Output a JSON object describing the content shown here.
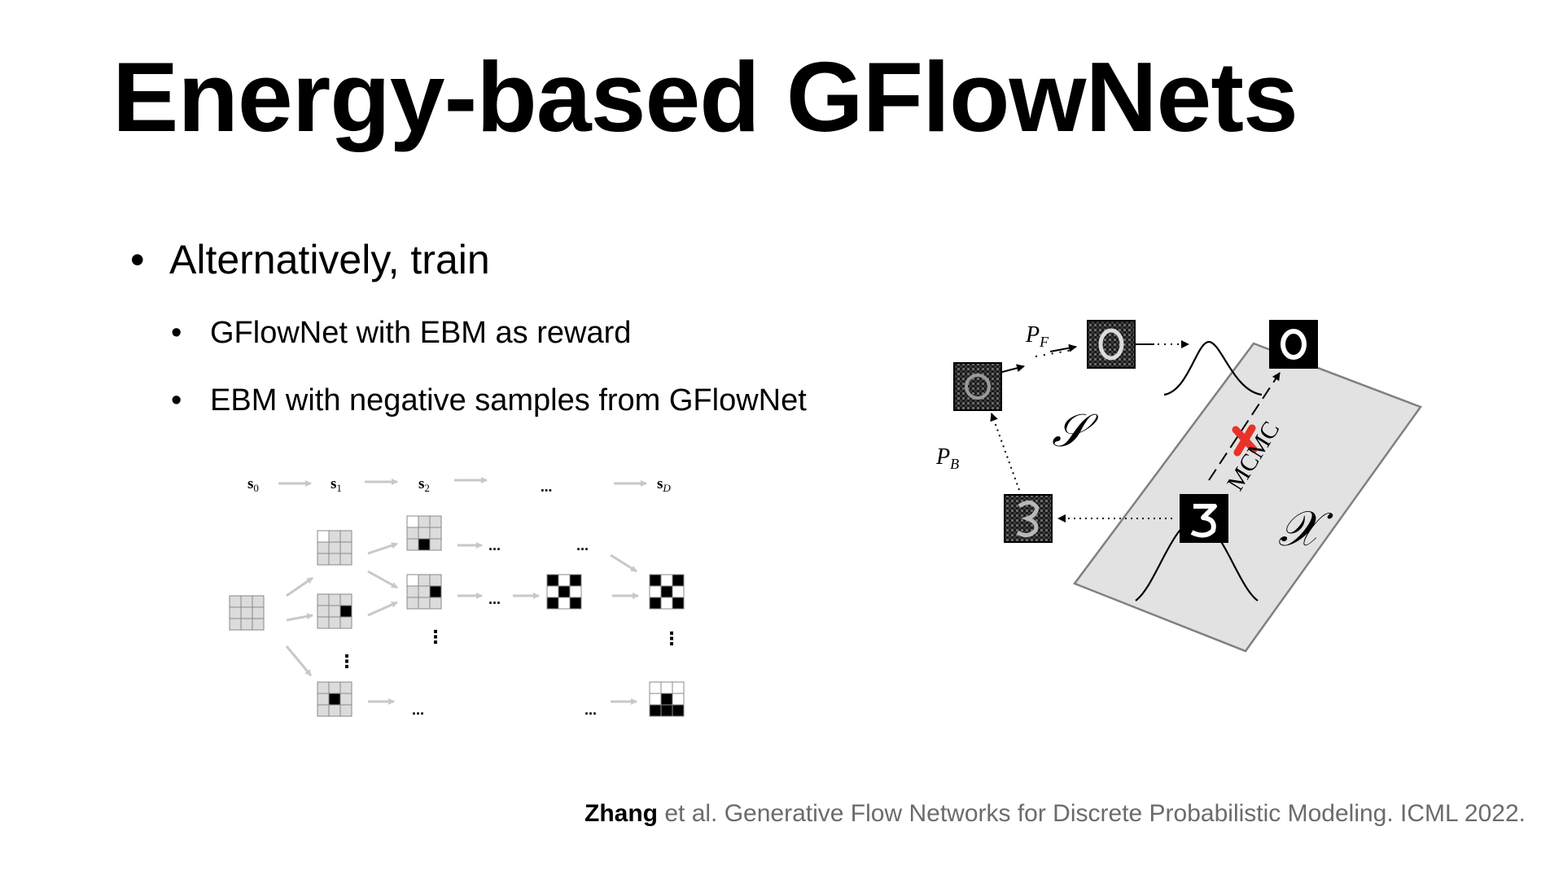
{
  "slide": {
    "title": "Energy-based GFlowNets",
    "bullets": {
      "main": "Alternatively, train",
      "sub": [
        "GFlowNet with EBM as reward",
        "EBM with negative samples from GFlowNet"
      ],
      "bullet_glyph": "•"
    },
    "left_figure": {
      "state_labels": {
        "s0_base": "s",
        "s0_sub": "0",
        "s1_base": "s",
        "s1_sub": "1",
        "s2_base": "s",
        "s2_sub": "2",
        "dots": "...",
        "sD_base": "s",
        "sD_sub": "D"
      },
      "ellipsis": "...",
      "vertical_ellipsis": "⋮"
    },
    "right_figure": {
      "pf_base": "P",
      "pf_sub": "F",
      "pb_base": "P",
      "pb_sub": "B",
      "state_space": "𝒮",
      "data_space": "𝒳",
      "mcmc": "MCMC",
      "accent_color": "#e8322a",
      "plane_color": "#e2e2e2"
    },
    "citation": {
      "author": "Zhang",
      "rest": " et al. Generative Flow Networks for Discrete Probabilistic Modeling. ICML 2022."
    }
  }
}
